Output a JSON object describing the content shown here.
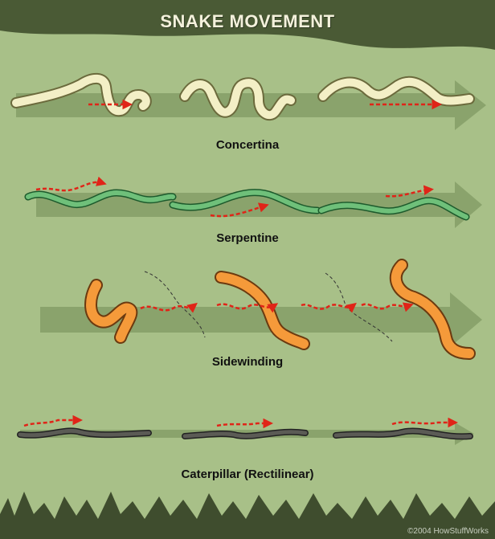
{
  "title": "SNAKE MOVEMENT",
  "movements": [
    {
      "label": "Concertina",
      "snake_color": "#f3efc6",
      "outline": "#6b6a3c"
    },
    {
      "label": "Serpentine",
      "snake_color": "#6fc07a",
      "outline": "#1d5a2c"
    },
    {
      "label": "Sidewinding",
      "snake_color": "#f59a3a",
      "outline": "#6b3a10"
    },
    {
      "label": "Caterpillar (Rectilinear)",
      "snake_color": "#5b5b55",
      "outline": "#222222"
    }
  ],
  "copyright": "©2004 HowStuffWorks",
  "colors": {
    "background": "#a8c088",
    "arrow": "#8aa36c",
    "banner": "#4a5a35",
    "grass": "#3f4d2e",
    "motion_arrow": "#e02418"
  }
}
